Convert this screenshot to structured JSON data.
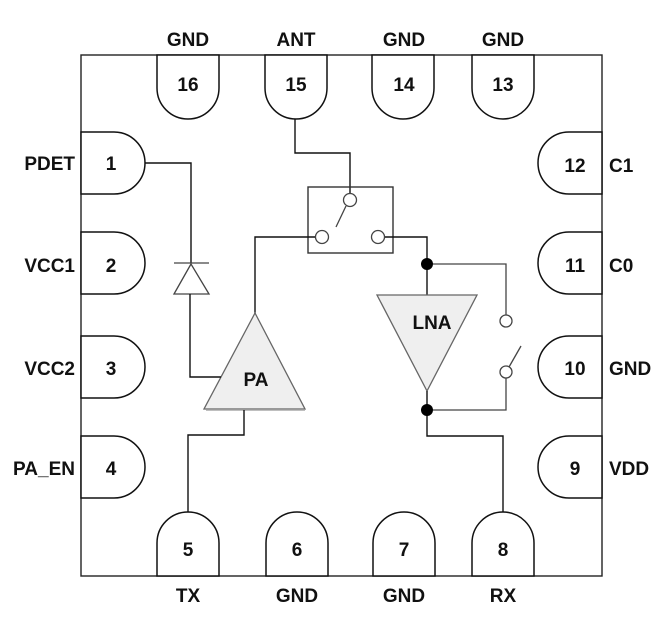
{
  "diagram": {
    "type": "IC pinout block diagram",
    "colors": {
      "line": "#111111",
      "amplifier_fill": "#efefef",
      "amplifier_stroke": "#666666",
      "junction": "#000000"
    },
    "pins": {
      "top": [
        {
          "number": "16",
          "name": "GND"
        },
        {
          "number": "15",
          "name": "ANT"
        },
        {
          "number": "14",
          "name": "GND"
        },
        {
          "number": "13",
          "name": "GND"
        }
      ],
      "left": [
        {
          "number": "1",
          "name": "PDET"
        },
        {
          "number": "2",
          "name": "VCC1"
        },
        {
          "number": "3",
          "name": "VCC2"
        },
        {
          "number": "4",
          "name": "PA_EN"
        }
      ],
      "right": [
        {
          "number": "12",
          "name": "C1"
        },
        {
          "number": "11",
          "name": "C0"
        },
        {
          "number": "10",
          "name": "GND"
        },
        {
          "number": "9",
          "name": "VDD"
        }
      ],
      "bottom": [
        {
          "number": "5",
          "name": "TX"
        },
        {
          "number": "6",
          "name": "GND"
        },
        {
          "number": "7",
          "name": "GND"
        },
        {
          "number": "8",
          "name": "RX"
        }
      ]
    },
    "blocks": {
      "pa": {
        "label": "PA",
        "symbol": "amplifier-triangle-up"
      },
      "lna": {
        "label": "LNA",
        "symbol": "amplifier-triangle-down"
      },
      "switch": {
        "label": "",
        "symbol": "SPDT antenna switch"
      },
      "diode": {
        "label": "",
        "symbol": "power detector diode"
      },
      "bypass": {
        "label": "",
        "symbol": "LNA bypass switch"
      }
    }
  }
}
